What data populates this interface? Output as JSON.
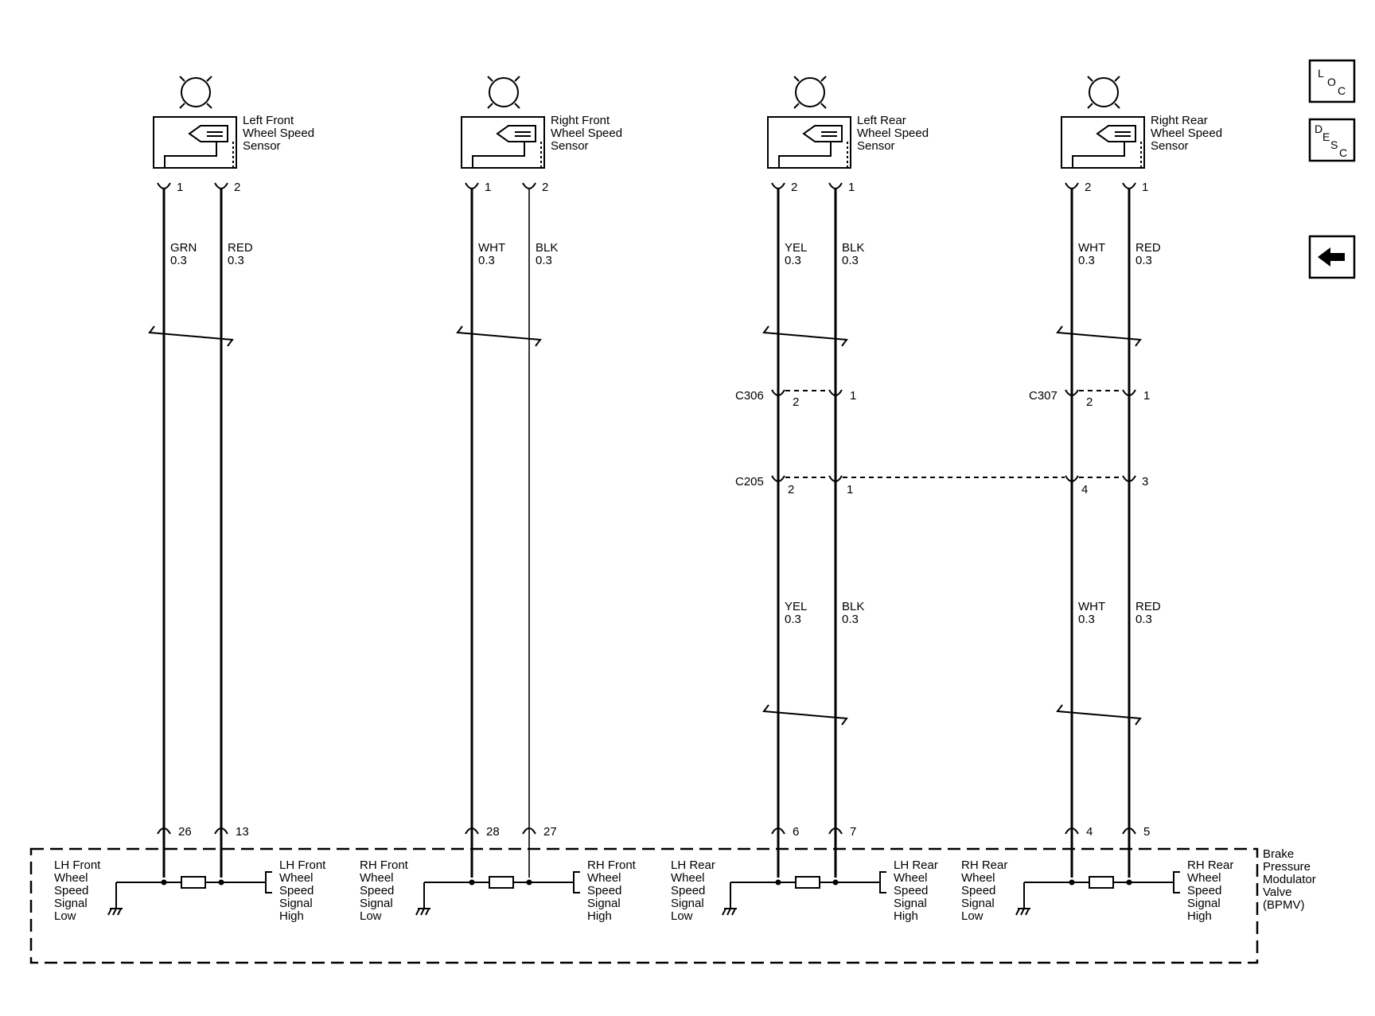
{
  "sensors": [
    {
      "name_lines": [
        "Left Front",
        "Wheel Speed",
        "Sensor"
      ],
      "pin_a": "1",
      "pin_b": "2"
    },
    {
      "name_lines": [
        "Right Front",
        "Wheel Speed",
        "Sensor"
      ],
      "pin_a": "1",
      "pin_b": "2"
    },
    {
      "name_lines": [
        "Left Rear",
        "Wheel Speed",
        "Sensor"
      ],
      "pin_a": "2",
      "pin_b": "1"
    },
    {
      "name_lines": [
        "Right Rear",
        "Wheel Speed",
        "Sensor"
      ],
      "pin_a": "2",
      "pin_b": "1"
    }
  ],
  "wires_upper": [
    {
      "color": "GRN",
      "gauge": "0.3"
    },
    {
      "color": "RED",
      "gauge": "0.3"
    },
    {
      "color": "WHT",
      "gauge": "0.3"
    },
    {
      "color": "BLK",
      "gauge": "0.3"
    },
    {
      "color": "YEL",
      "gauge": "0.3"
    },
    {
      "color": "BLK",
      "gauge": "0.3"
    },
    {
      "color": "WHT",
      "gauge": "0.3"
    },
    {
      "color": "RED",
      "gauge": "0.3"
    }
  ],
  "wires_lower": [
    {
      "color": "YEL",
      "gauge": "0.3"
    },
    {
      "color": "BLK",
      "gauge": "0.3"
    },
    {
      "color": "WHT",
      "gauge": "0.3"
    },
    {
      "color": "RED",
      "gauge": "0.3"
    }
  ],
  "connectors": {
    "c306": {
      "name": "C306",
      "pin_a": "2",
      "pin_b": "1"
    },
    "c307": {
      "name": "C307",
      "pin_a": "2",
      "pin_b": "1"
    },
    "c205": {
      "name": "C205",
      "pins": [
        "2",
        "1",
        "4",
        "3"
      ]
    }
  },
  "module": {
    "name_lines": [
      "Brake",
      "Pressure",
      "Modulator",
      "Valve",
      "(BPMV)"
    ],
    "pins": [
      "26",
      "13",
      "28",
      "27",
      "6",
      "7",
      "4",
      "5"
    ],
    "signals_low": [
      [
        "LH Front",
        "Wheel",
        "Speed",
        "Signal",
        "Low"
      ],
      [
        "RH Front",
        "Wheel",
        "Speed",
        "Signal",
        "Low"
      ],
      [
        "LH Rear",
        "Wheel",
        "Speed",
        "Signal",
        "Low"
      ],
      [
        "RH Rear",
        "Wheel",
        "Speed",
        "Signal",
        "Low"
      ]
    ],
    "signals_high": [
      [
        "LH Front",
        "Wheel",
        "Speed",
        "Signal",
        "High"
      ],
      [
        "RH Front",
        "Wheel",
        "Speed",
        "Signal",
        "High"
      ],
      [
        "LH Rear",
        "Wheel",
        "Speed",
        "Signal",
        "High"
      ],
      [
        "RH Rear",
        "Wheel",
        "Speed",
        "Signal",
        "High"
      ]
    ]
  },
  "nav": {
    "loc": {
      "l1": "L",
      "l2": "O",
      "l3": "C"
    },
    "desc": {
      "l1": "D",
      "l2": "E",
      "l3": "S",
      "l4": "C"
    },
    "back_icon": "arrow-left-icon"
  }
}
